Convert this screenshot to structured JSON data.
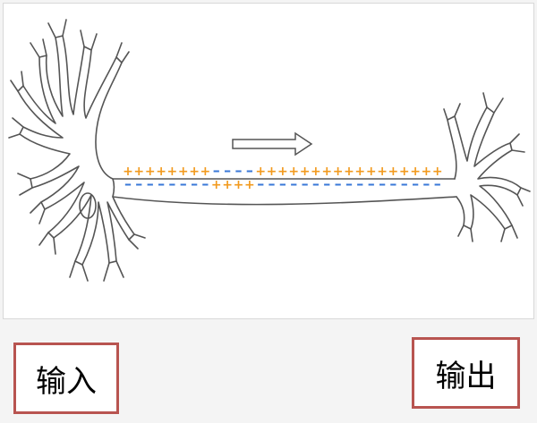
{
  "labels": {
    "input": "输入",
    "output": "输出"
  },
  "colors": {
    "outline": "#555555",
    "plus": "#f29a1e",
    "minus": "#3a78d8",
    "label_border": "#b85450"
  },
  "charges": {
    "top_row": [
      "+",
      "+",
      "+",
      "+",
      "+",
      "+",
      "+",
      "+",
      "-",
      "-",
      "-",
      "-",
      "+",
      "+",
      "+",
      "+",
      "+",
      "+",
      "+",
      "+",
      "+",
      "+",
      "+",
      "+",
      "+",
      "+",
      "+",
      "+",
      "+"
    ],
    "bottom_row": [
      "-",
      "-",
      "-",
      "-",
      "-",
      "-",
      "-",
      "-",
      "+",
      "+",
      "+",
      "+",
      "-",
      "-",
      "-",
      "-",
      "-",
      "-",
      "-",
      "-",
      "-",
      "-",
      "-",
      "-",
      "-",
      "-",
      "-",
      "-",
      "-"
    ]
  },
  "arrow": {
    "direction": "right"
  }
}
